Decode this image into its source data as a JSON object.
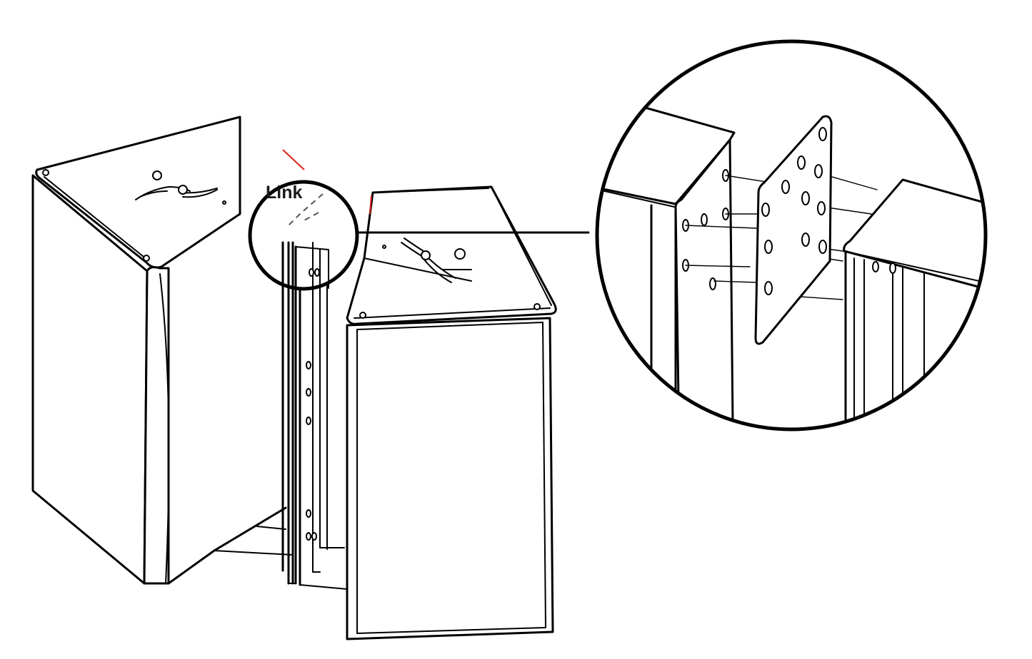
{
  "diagram": {
    "callout_label": "Link",
    "colors": {
      "line": "#000000",
      "background": "#ffffff",
      "accent": "#e0201c"
    },
    "components": {
      "left_cabinet": "cabinet",
      "right_cabinet": "cabinet",
      "link_plate": "plate",
      "magnifier": "circle-callout"
    }
  }
}
